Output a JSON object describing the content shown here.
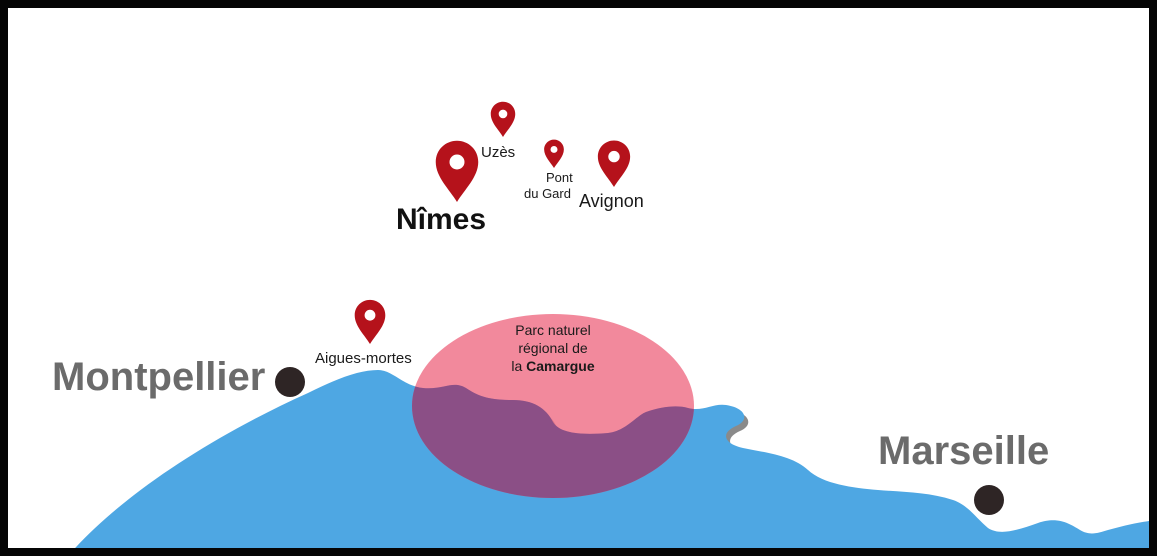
{
  "map": {
    "colors": {
      "sea": "#4ea7e3",
      "coast_shadow": "#8a8a8a",
      "park_fill": "#ef6f86",
      "pin": "#b5121b",
      "city_dot": "#2e2525",
      "frame": "#050505"
    },
    "places": {
      "nimes": {
        "label": "Nîmes",
        "icon": "map-pin-icon"
      },
      "uzes": {
        "label": "Uzès",
        "icon": "map-pin-icon"
      },
      "pont_du_gard": {
        "label_line1": "Pont",
        "label_line2": "du Gard",
        "icon": "map-pin-icon"
      },
      "avignon": {
        "label": "Avignon",
        "icon": "map-pin-icon"
      },
      "aigues_mortes": {
        "label": "Aigues-mortes",
        "icon": "map-pin-icon"
      },
      "montpellier": {
        "label": "Montpellier",
        "icon": "city-dot-icon"
      },
      "marseille": {
        "label": "Marseille",
        "icon": "city-dot-icon"
      }
    },
    "park": {
      "line1": "Parc naturel",
      "line2": "régional de",
      "line3_prefix": "la ",
      "line3_bold": "Camargue"
    }
  }
}
